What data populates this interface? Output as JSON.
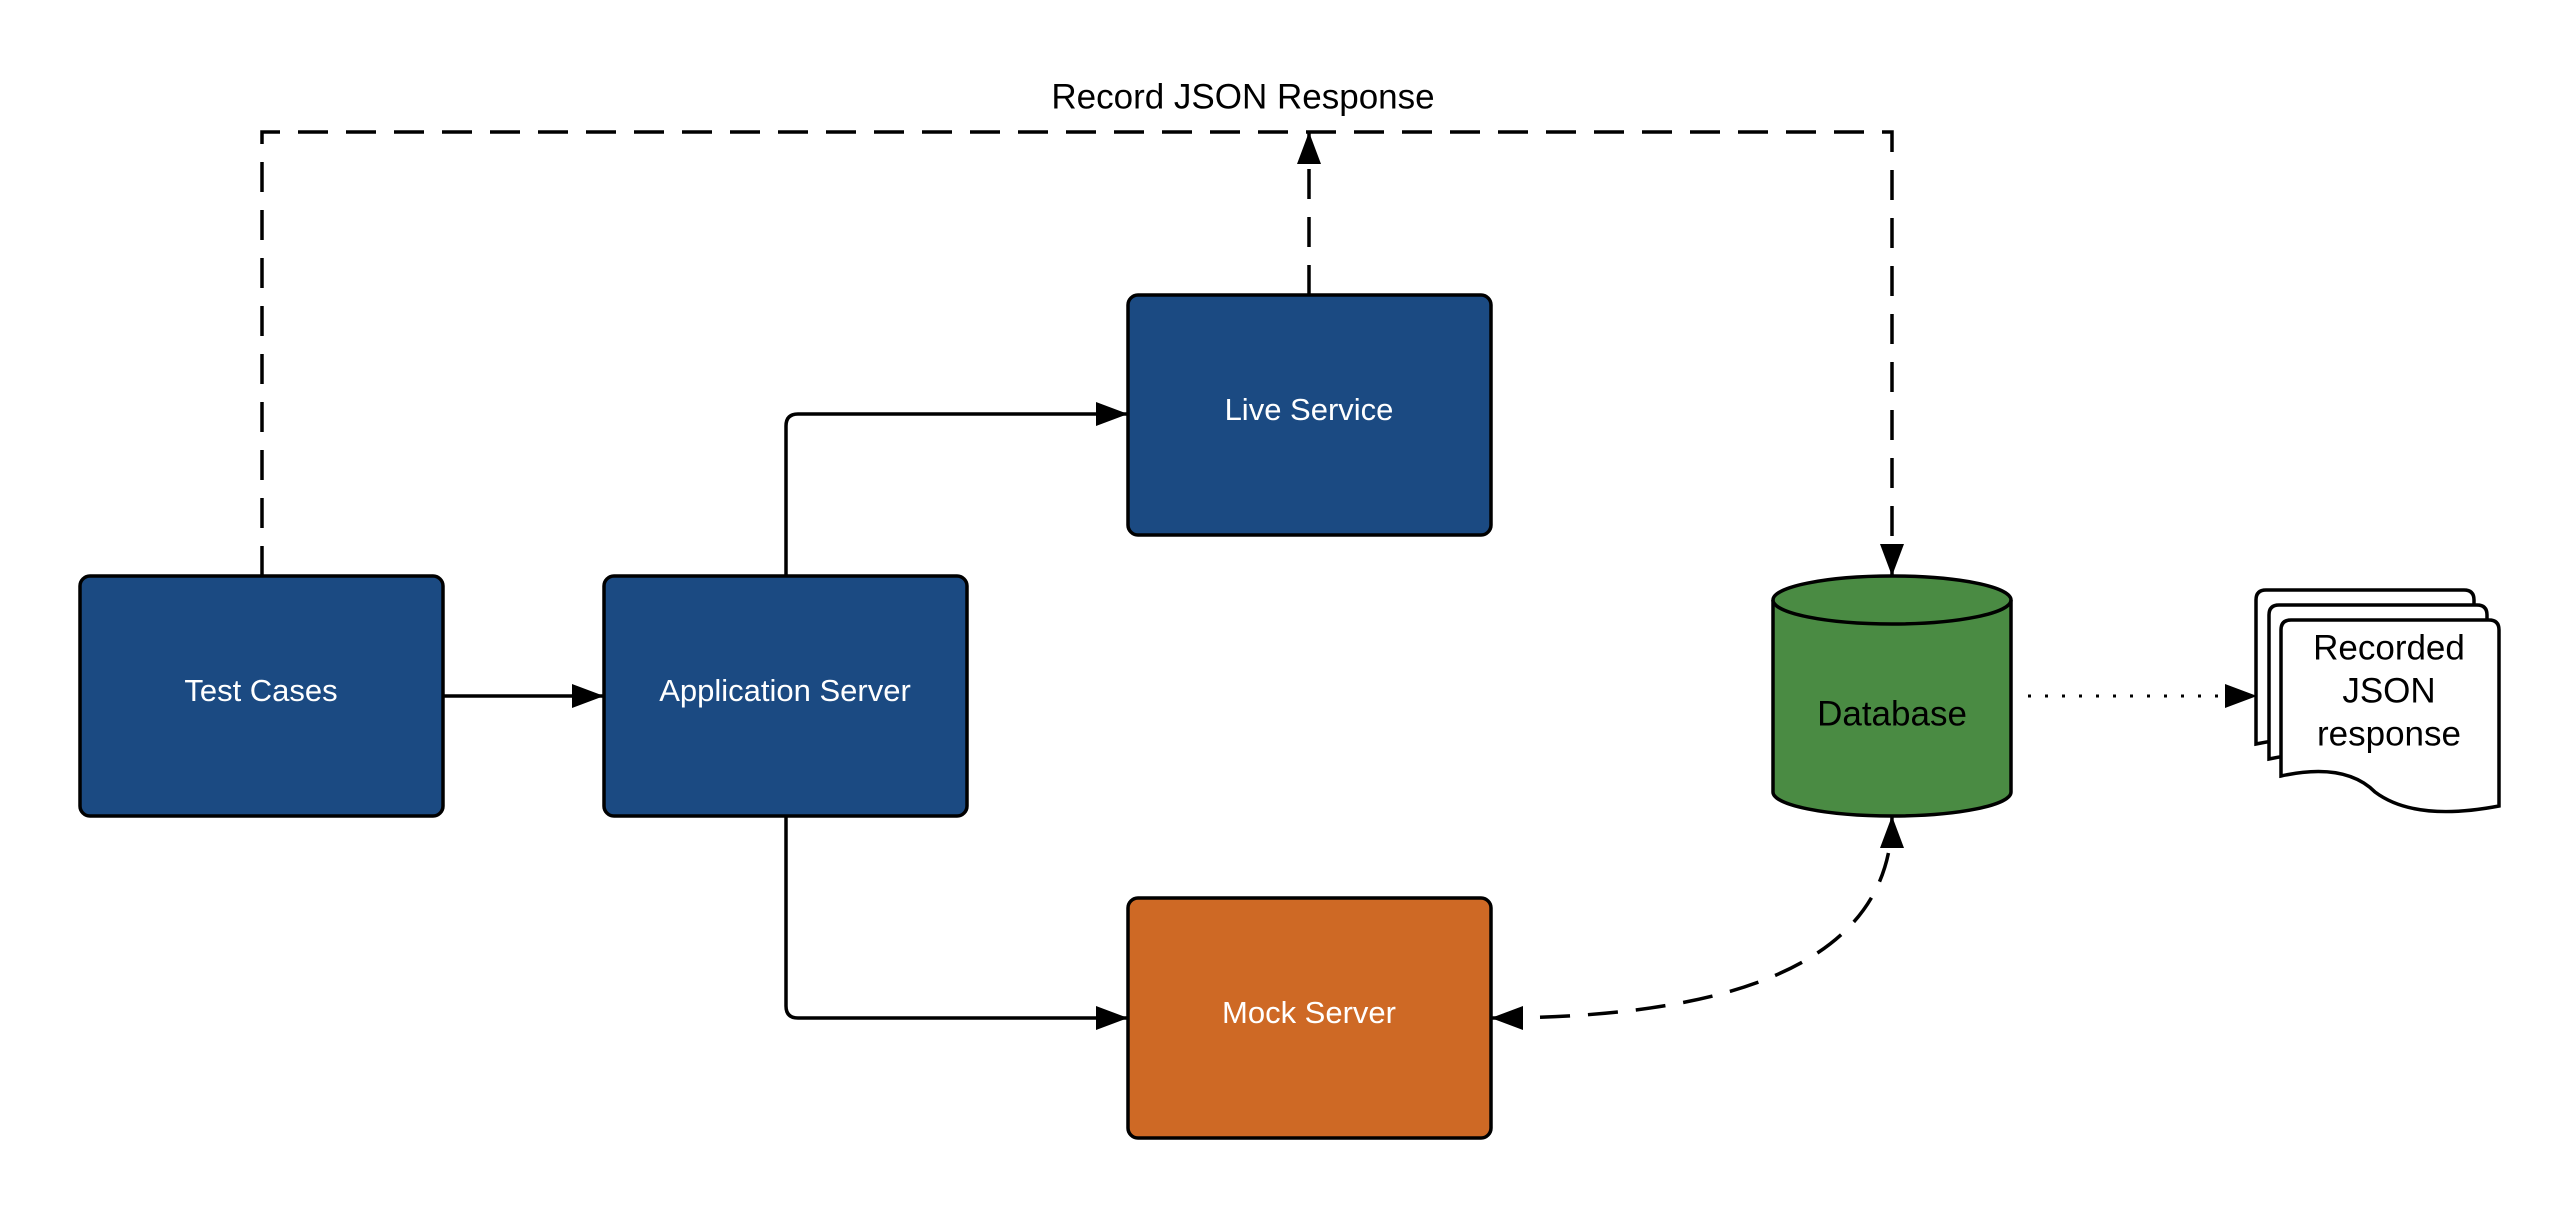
{
  "diagram": {
    "title": "Record JSON Response",
    "nodes": {
      "test_cases": {
        "label": "Test Cases",
        "fill": "#1B4A82"
      },
      "app_server": {
        "label": "Application Server",
        "fill": "#1B4A82"
      },
      "live_service": {
        "label": "Live Service",
        "fill": "#1B4A82"
      },
      "mock_server": {
        "label": "Mock Server",
        "fill": "#CE6925"
      },
      "database": {
        "label": "Database",
        "fill": "#4A8B43"
      },
      "recorded_docs": {
        "label_lines": [
          "Recorded",
          "JSON",
          "response"
        ],
        "fill": "#FFFFFF"
      }
    },
    "colors": {
      "stroke": "#000000",
      "node_text": "#FFFFFF",
      "dark_text": "#000000"
    }
  }
}
